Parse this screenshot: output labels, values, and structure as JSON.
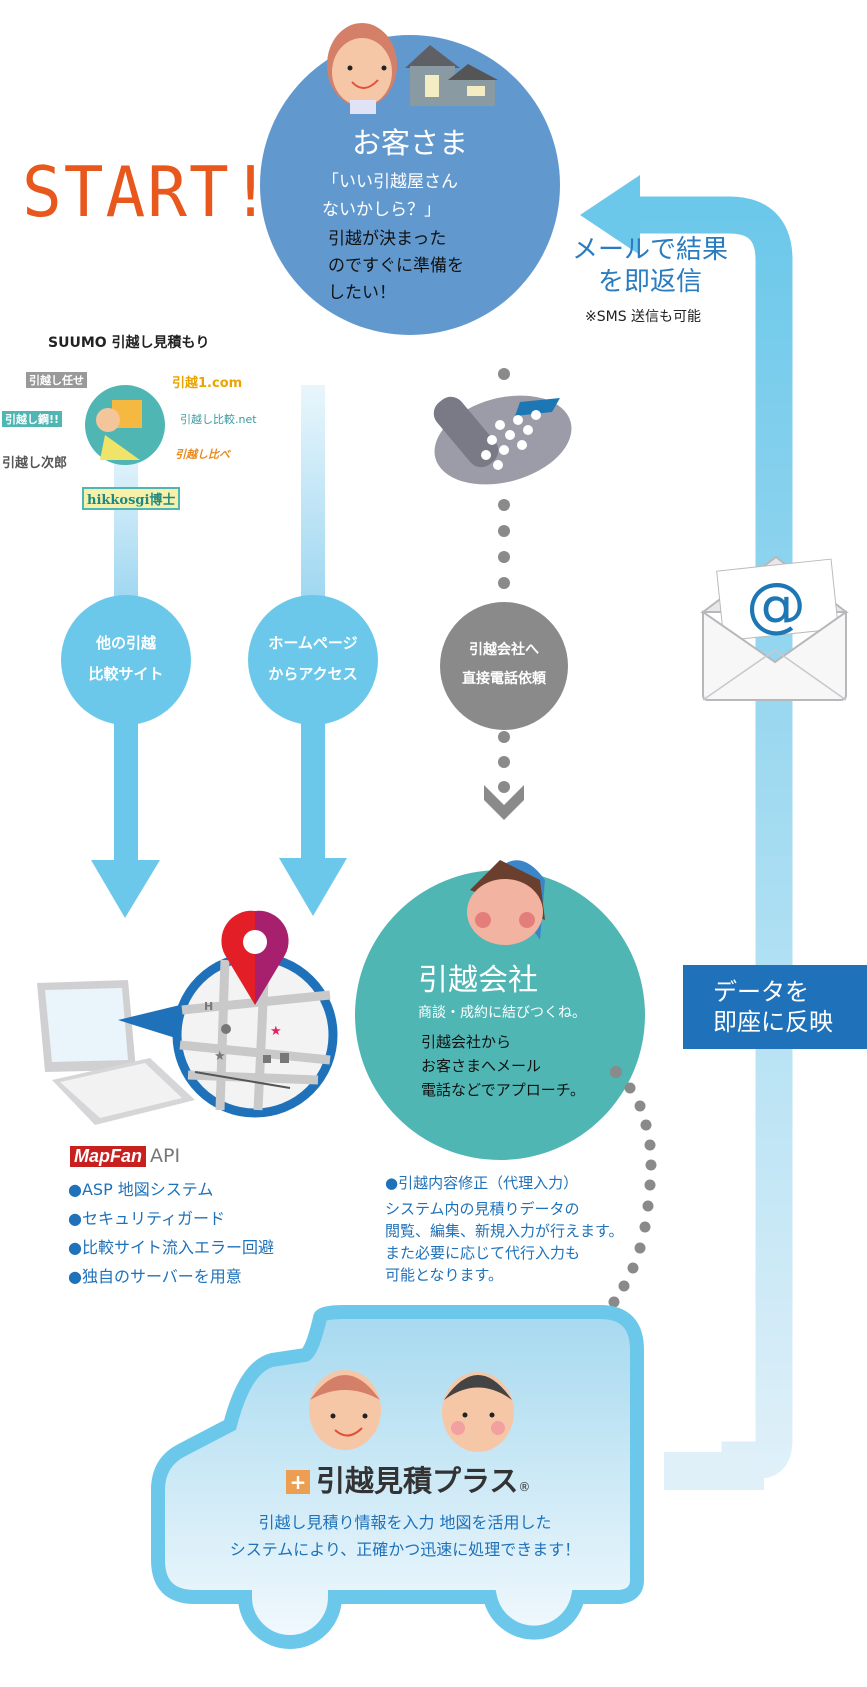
{
  "start_label": "START!",
  "customer": {
    "title": "お客さま",
    "quote_lines": [
      "「いい引越屋さん",
      "ないかしら？」"
    ],
    "body_lines": [
      "引越が決まった",
      "のですぐに準備を",
      "したい！"
    ]
  },
  "return_flow": {
    "lines": [
      "メールで結果",
      "を即返信"
    ],
    "note": "※SMS 送信も可能"
  },
  "comparison_sites": [
    "SUUMO 引越し見積もり",
    "引越し任せ",
    "引越1.com",
    "引越し鋼!!",
    "引越し比較.net",
    "引越し次郎",
    "引越し比べ",
    "hikkosgi博士"
  ],
  "entry_routes": [
    {
      "lines": [
        "他の引越",
        "比較サイト"
      ]
    },
    {
      "lines": [
        "ホームページ",
        "からアクセス"
      ]
    },
    {
      "lines": [
        "引越会社へ",
        "直接電話依頼"
      ]
    }
  ],
  "data_box": {
    "lines": [
      "データを",
      "即座に反映"
    ]
  },
  "mapfan": {
    "logo": "MapFan",
    "api": "API",
    "features": [
      "●ASP 地図システム",
      "●セキュリティガード",
      "●比較サイト流入エラー回避",
      "●独自のサーバーを用意"
    ]
  },
  "company": {
    "title": "引越会社",
    "subtitle": "商談・成約に結びつくね。",
    "body_lines": [
      "引越会社から",
      "お客さまへメール",
      "電話などでアプローチ。"
    ]
  },
  "proxy_input": {
    "heading": "●引越内容修正（代理入力）",
    "lines": [
      "システム内の見積りデータの",
      "閲覧、編集、新規入力が行えます。",
      "また必要に応じて代行入力も",
      "可能となります。"
    ]
  },
  "product": {
    "brand": "引越見積プラス",
    "registered": "®",
    "icon": "+",
    "lines": [
      "引越し見積り情報を入力 地図を活用した",
      "システムにより、正確かつ迅速に処理できます！"
    ]
  },
  "colors": {
    "customer_circle": "#6199cf",
    "company_circle": "#4fb6b4",
    "route_circle": "#6cc8ea",
    "phone_circle": "#8a8a8a",
    "start": "#e8571c",
    "accent_blue": "#1f72ba"
  }
}
